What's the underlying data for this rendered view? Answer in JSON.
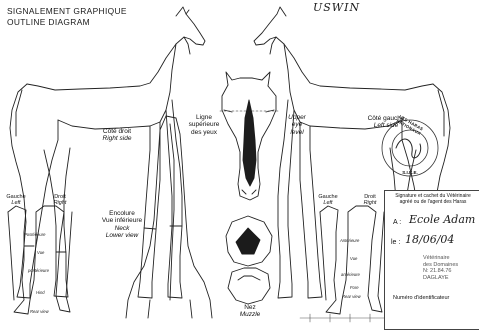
{
  "header": {
    "title_line1": "SIGNALEMENT GRAPHIQUE",
    "title_line2": "OUTLINE DIAGRAM",
    "name_handwritten": "USWIN"
  },
  "views": {
    "left_side_fr": "Côté droit",
    "left_side_en": "Right side",
    "right_side_fr": "Côté gauche",
    "right_side_en": "Left side",
    "eye_line_fr_1": "Ligne",
    "eye_line_fr_2": "supérieure",
    "eye_line_fr_3": "des yeux",
    "eye_line_en_1": "Upper",
    "eye_line_en_2": "eye",
    "eye_line_en_3": "level",
    "neck_fr_1": "Encolure",
    "neck_fr_2": "Vue inférieure",
    "neck_en_1": "Neck",
    "neck_en_2": "Lower view",
    "muzzle_fr": "Nez",
    "muzzle_en": "Muzzle"
  },
  "legs_left": {
    "gauche_fr": "Gauche",
    "gauche_en": "Left",
    "droit_fr": "Droit",
    "droit_en": "Right",
    "posterieure": "Postérieure",
    "vue": "Vue",
    "posterieure_2": "postérieure",
    "hind": "Hind",
    "rear_view": "Rear view"
  },
  "legs_right": {
    "gauche_fr": "Gauche",
    "gauche_en": "Left",
    "droit_fr": "Droit",
    "droit_en": "Right",
    "anterieure": "Antérieure",
    "vue": "Vue",
    "anterieure_2": "antérieure",
    "fore": "Fore",
    "rear_view": "Rear view"
  },
  "stamp": {
    "ring_text": "LES HARAS NATIONAUX",
    "bottom_text": "S.I.R.E."
  },
  "signature_box": {
    "heading_1": "Signature et cachet du Vétérinaire",
    "heading_2": "agréé ou de l'agent des Haras",
    "a_label": "A :",
    "a_value": "Ecole Adam",
    "le_label": "le :",
    "le_value": "18/06/04",
    "id_label": "Numéro d'identificateur",
    "stamp_line_1": "Vétérinaire",
    "stamp_line_2": "des Domaines",
    "stamp_line_3": "N: 21.84.76",
    "stamp_line_4": "DAGLAYE"
  }
}
